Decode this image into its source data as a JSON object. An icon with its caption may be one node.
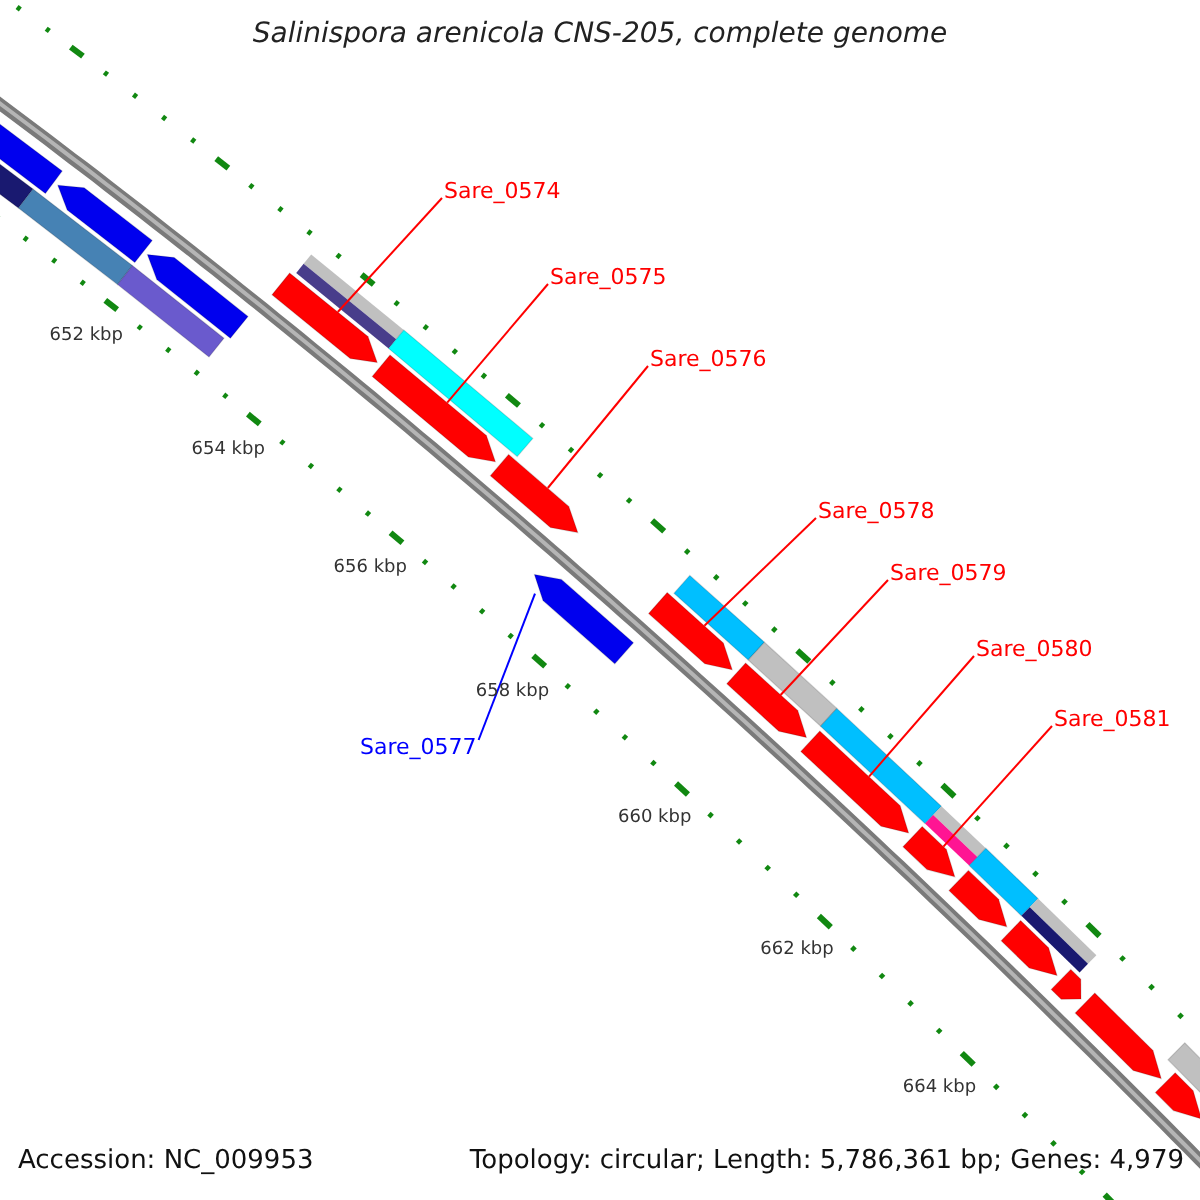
{
  "diagram": {
    "title": "Salinispora arenicola CNS-205, complete genome",
    "nodes": [
      {
        "text": [
          "Sare_0574"
        ]
      },
      {
        "text": [
          "Sare_0575"
        ]
      },
      {
        "text": [
          "Sare_0576"
        ]
      },
      {
        "text": [
          "Sare_0578"
        ]
      },
      {
        "text": [
          "Sare_0579"
        ]
      },
      {
        "text": [
          "Sare_0580"
        ]
      },
      {
        "text": [
          "Sare_0581"
        ]
      },
      {
        "text": [
          "Sare_0577"
        ]
      },
      {
        "text": [],
        "shape": "pentagon"
      },
      {
        "text": [],
        "shape": "pentagon"
      },
      {
        "text": [],
        "shape": "pentagon"
      },
      {
        "text": [],
        "shape": "pentagon"
      },
      {
        "text": [],
        "shape": "pentagon"
      },
      {
        "text": [],
        "shape": "pentagon"
      },
      {
        "text": [],
        "shape": "pentagon"
      },
      {
        "text": [],
        "shape": "pentagon"
      },
      {
        "text": [],
        "shape": "pentagon"
      },
      {
        "text": [],
        "shape": "pentagon"
      },
      {
        "text": [],
        "shape": "pentagon"
      },
      {
        "text": [],
        "shape": "pentagon"
      },
      {
        "text": [],
        "shape": "pentagon"
      },
      {
        "text": [],
        "shape": "pentagon"
      },
      {
        "text": [],
        "shape": "pentagon"
      },
      {
        "text": [],
        "shape": "pentagon"
      }
    ],
    "edges": [
      {
        "from": 0,
        "to": 11,
        "arrow": "none"
      },
      {
        "from": 1,
        "to": 12,
        "arrow": "none"
      },
      {
        "from": 2,
        "to": 13,
        "arrow": "none"
      },
      {
        "from": 3,
        "to": 15,
        "arrow": "none"
      },
      {
        "from": 4,
        "to": 16,
        "arrow": "none"
      },
      {
        "from": 5,
        "to": 17,
        "arrow": "none"
      },
      {
        "from": 6,
        "to": 18,
        "arrow": "none"
      },
      {
        "from": 7,
        "to": 14,
        "arrow": "none",
        "color": "#0000ff"
      }
    ],
    "labels": [
      "652 kbp",
      "654 kbp",
      "656 kbp",
      "658 kbp",
      "660 kbp",
      "662 kbp",
      "664 kbp",
      "Accession: NC_009953",
      "Topology: circular; Length: 5,786,361 bp; Genes: 4,979"
    ]
  }
}
